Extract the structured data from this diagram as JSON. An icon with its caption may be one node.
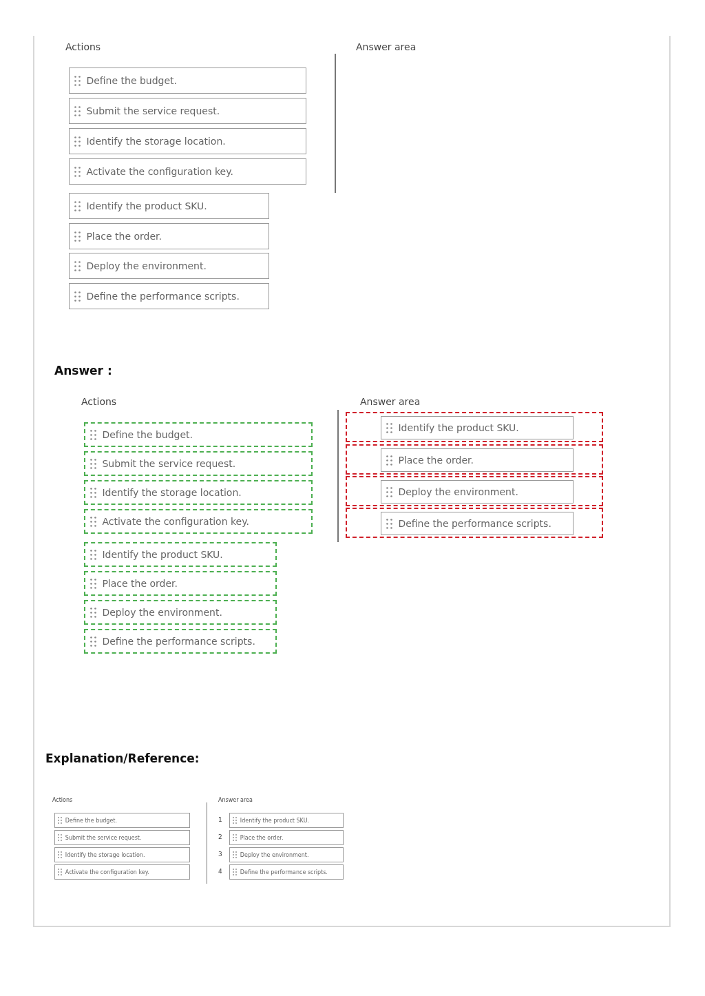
{
  "diagram": {
    "nodes": [
      {
        "text": [
          "Define the budget."
        ]
      },
      {
        "text": [
          "Submit the service request."
        ]
      },
      {
        "text": [
          "Identify the storage location."
        ]
      },
      {
        "text": [
          "Activate the configuration key."
        ]
      },
      {
        "text": [
          "Identify the product SKU."
        ]
      },
      {
        "text": [
          "Place the order."
        ]
      },
      {
        "text": [
          "Deploy the environment."
        ]
      },
      {
        "text": [
          "Define the performance scripts."
        ]
      },
      {
        "text": [
          "Define the budget."
        ]
      },
      {
        "text": [
          "Submit the service request."
        ]
      },
      {
        "text": [
          "Identify the storage location."
        ]
      },
      {
        "text": [
          "Activate the configuration key."
        ]
      },
      {
        "text": [
          "Identify the product SKU."
        ]
      },
      {
        "text": [
          "Place the order."
        ]
      },
      {
        "text": [
          "Deploy the environment."
        ]
      },
      {
        "text": [
          "Define the performance scripts."
        ]
      },
      {
        "text": [],
        "shape": "box"
      },
      {
        "text": [
          "Identify the product SKU."
        ],
        "in": 16
      },
      {
        "text": [],
        "shape": "box"
      },
      {
        "text": [
          "Place the order."
        ],
        "in": 18
      },
      {
        "text": [],
        "shape": "box"
      },
      {
        "text": [
          "Deploy the environment."
        ],
        "in": 20
      },
      {
        "text": [],
        "shape": "box"
      },
      {
        "text": [
          "Define the performance scripts."
        ],
        "in": 22
      },
      {
        "text": [
          "Define the budget."
        ]
      },
      {
        "text": [
          "Submit the service request."
        ]
      },
      {
        "text": [
          "Identify the storage location."
        ]
      },
      {
        "text": [
          "Activate the configuration key."
        ]
      },
      {
        "text": [
          "Identify the product SKU."
        ]
      },
      {
        "text": [
          "Place the order."
        ]
      },
      {
        "text": [
          "Deploy the environment."
        ]
      },
      {
        "text": [
          "Define the performance scripts."
        ]
      }
    ],
    "edges": [],
    "labels": [
      "Actions",
      "Answer area",
      "Answer :",
      "Actions",
      "Answer area",
      "Explanation/Reference:",
      "Actions",
      "Answer area",
      "1",
      "2",
      "3",
      "4"
    ]
  }
}
